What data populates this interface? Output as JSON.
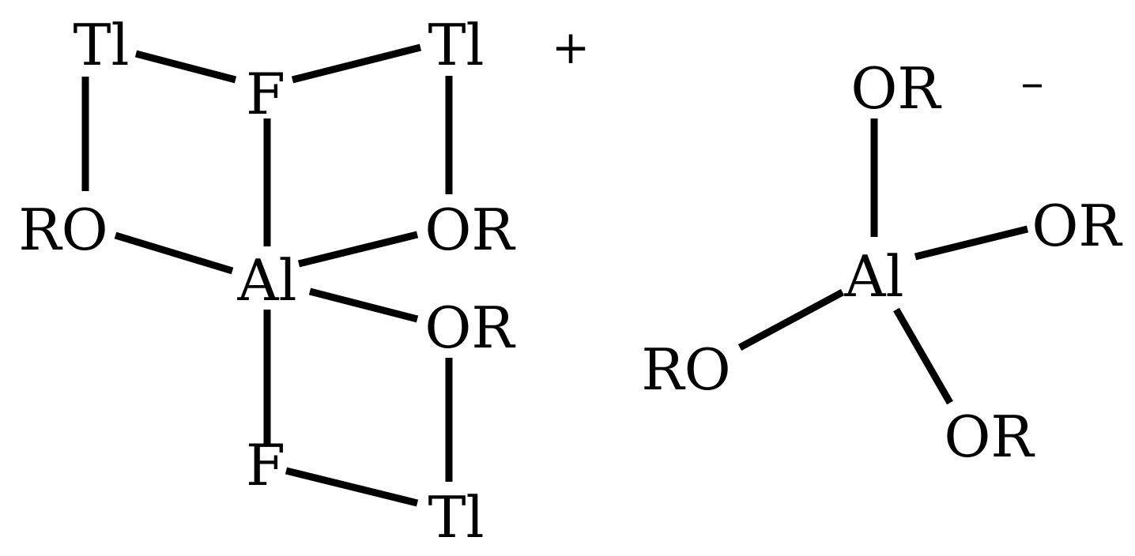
{
  "cation": {
    "charge": "+",
    "atoms": {
      "tl_top_left": "Tl",
      "f_top": "F",
      "tl_top_right": "Tl",
      "ro_left": "RO",
      "or_right": "OR",
      "al_center": "Al",
      "or_lower": "OR",
      "f_bottom": "F",
      "tl_bottom": "Tl"
    }
  },
  "anion": {
    "charge": "–",
    "atoms": {
      "or_top": "OR",
      "al_center": "Al",
      "or_right": "OR",
      "ro_left": "RO",
      "or_bottom": "OR"
    }
  },
  "colors": {
    "ink": "#000000",
    "background": "#ffffff"
  }
}
